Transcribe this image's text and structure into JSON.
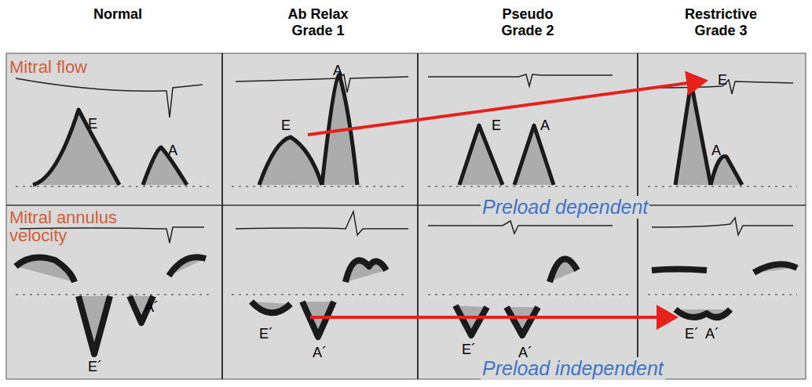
{
  "diagram": {
    "labels": [
      "Normal",
      "Ab Relax Grade 1",
      "Pseudo Grade 2",
      "Restrictive Grade 3",
      "Mitral flow",
      "E",
      "A",
      "E",
      "A",
      "E",
      "A",
      "E",
      "A",
      "Preload dependent",
      "Mitral annulus velocity",
      "E´",
      "A´",
      "E´",
      "A´",
      "E´",
      "A´",
      "E´",
      "A´",
      "Preload independent"
    ]
  }
}
